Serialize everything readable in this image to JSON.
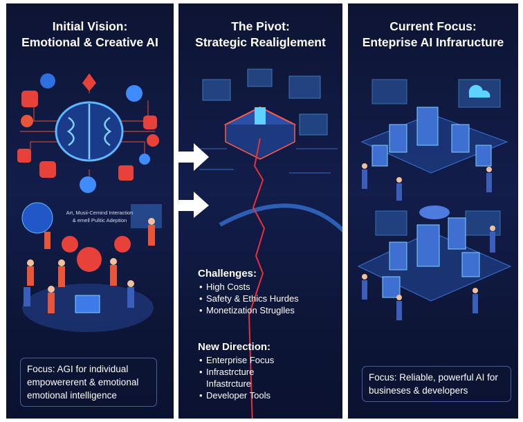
{
  "panels": [
    {
      "title_line1": "Initial Vision:",
      "title_line2": "Emotional & Creative AI",
      "caption_line1": "Art, Musii-Cemind Interaction",
      "caption_line2": "& emell Pulitic Adeption",
      "focus": [
        "Focus: AGI for individual",
        "empowererent & emotional",
        "emotional intelligence"
      ]
    },
    {
      "title_line1": "The Pivot:",
      "title_line2": "Strategic Realiglement",
      "challenges_heading": "Challenges:",
      "challenges": [
        "High Costs",
        "Safety & Ethics Hurdes",
        "Monetization Struglles"
      ],
      "direction_heading": "New Direction:",
      "direction": [
        "Enterprise Focus",
        "Infrastrcture\nInfastrcture",
        "Developer Tools"
      ]
    },
    {
      "title_line1": "Current Focus:",
      "title_line2": "Enteprise AI Infraructure",
      "focus": [
        "Focus: Reliable, powerful AI for",
        "busineses & developers"
      ]
    }
  ],
  "colors": {
    "panel_bg": "#0d1433",
    "accent_blue": "#3f8cff",
    "accent_red": "#e8413a",
    "glow_cyan": "#5fd3ff"
  }
}
